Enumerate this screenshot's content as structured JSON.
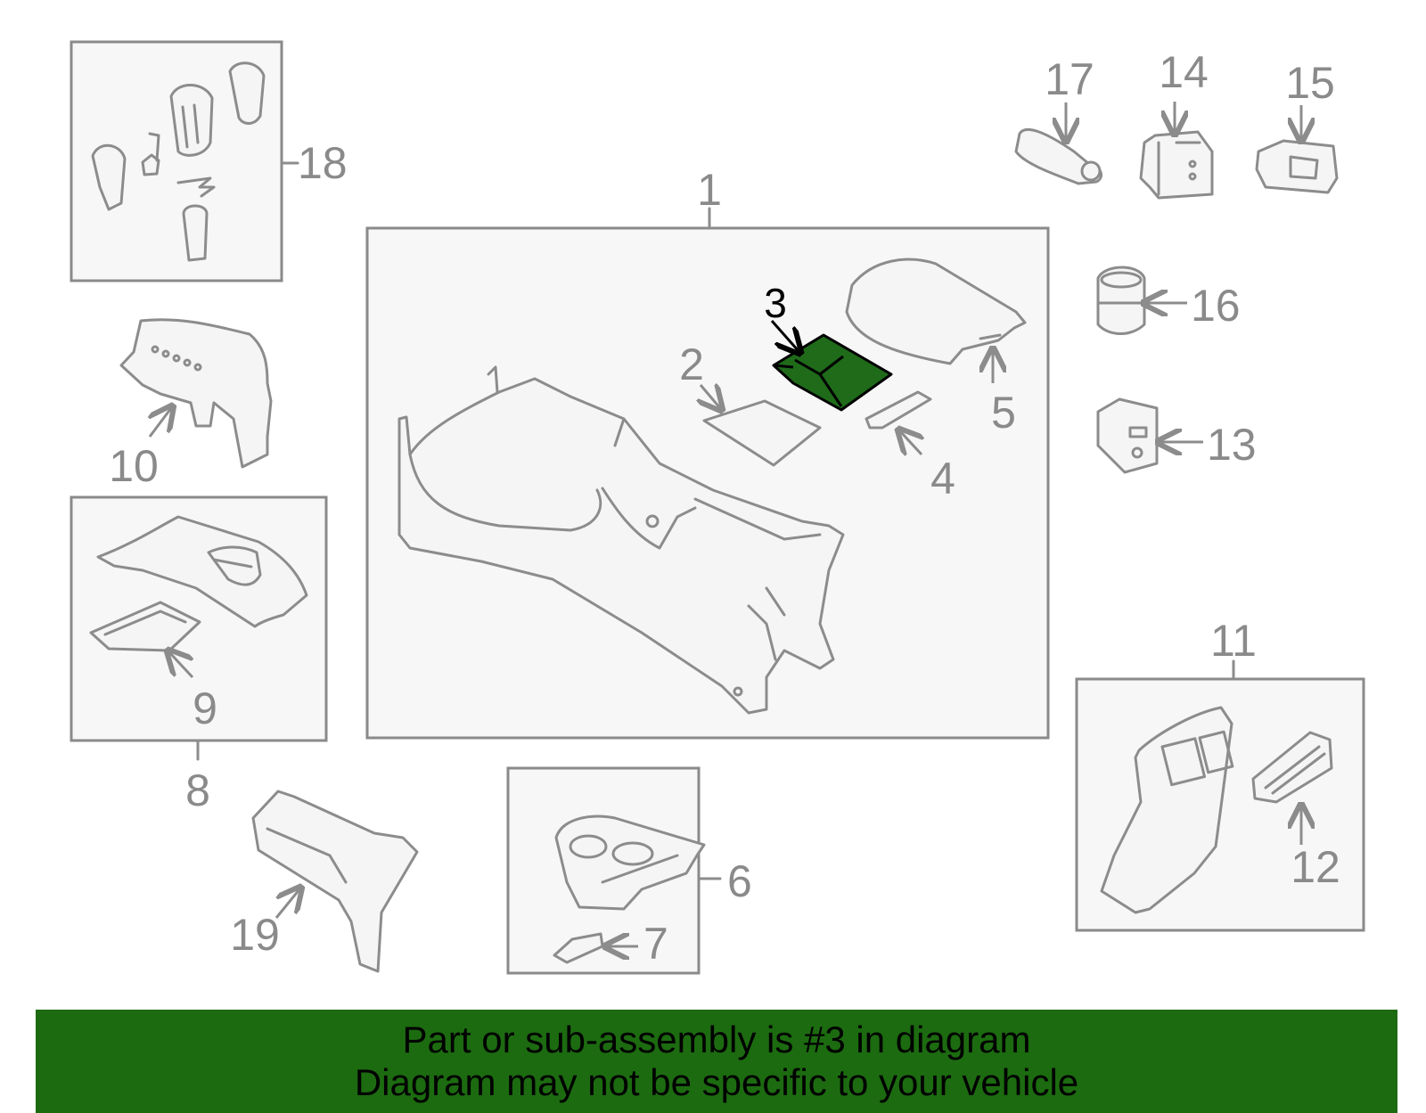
{
  "callouts": {
    "n1": "1",
    "n2": "2",
    "n3": "3",
    "n4": "4",
    "n5": "5",
    "n6": "6",
    "n7": "7",
    "n8": "8",
    "n9": "9",
    "n10": "10",
    "n11": "11",
    "n12": "12",
    "n13": "13",
    "n14": "14",
    "n15": "15",
    "n16": "16",
    "n17": "17",
    "n18": "18",
    "n19": "19"
  },
  "highlight": {
    "part_number": "3",
    "color": "#1f6b1a"
  },
  "banner": {
    "line1": "Part or sub-assembly is #3 in diagram",
    "line2": "Diagram may not be specific to your vehicle",
    "background": "#1c6b10"
  }
}
